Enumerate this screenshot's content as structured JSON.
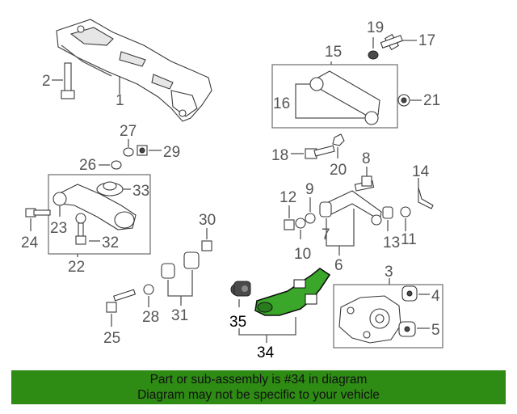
{
  "callouts": [
    "1",
    "2",
    "3",
    "4",
    "5",
    "6",
    "7",
    "8",
    "9",
    "10",
    "11",
    "12",
    "13",
    "14",
    "15",
    "16",
    "17",
    "18",
    "19",
    "20",
    "21",
    "22",
    "23",
    "24",
    "25",
    "26",
    "27",
    "28",
    "29",
    "30",
    "31",
    "32",
    "33",
    "34",
    "35"
  ],
  "highlight": {
    "part": "34",
    "sub": "35",
    "color": "#3aa62a"
  },
  "banner": {
    "line1": "Part or sub-assembly is #34 in diagram",
    "line2": "Diagram may not be specific to your vehicle",
    "color": "#2e8b14"
  }
}
